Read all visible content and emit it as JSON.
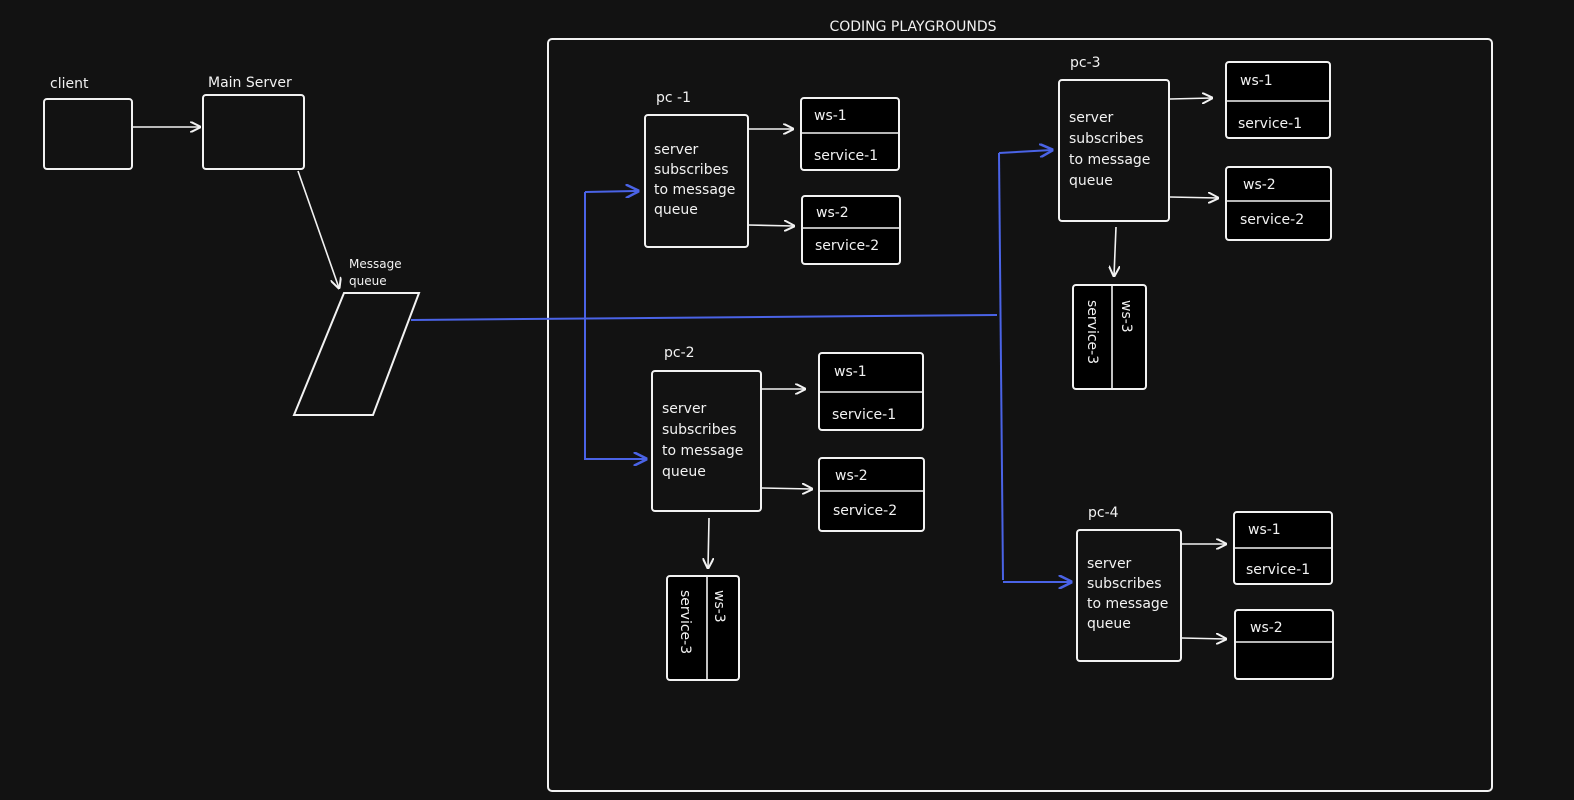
{
  "diagram": {
    "title": "CODING PLAYGROUNDS",
    "client": {
      "label": "client"
    },
    "main_server": {
      "label": "Main Server"
    },
    "message_queue": {
      "label_line1": "Message",
      "label_line2": "queue"
    },
    "playgrounds": [
      {
        "label": "pc -1",
        "text": [
          "server",
          "subscribes",
          "to message",
          "queue"
        ],
        "workspaces": [
          {
            "ws": "ws-1",
            "service": "service-1"
          },
          {
            "ws": "ws-2",
            "service": "service-2"
          }
        ]
      },
      {
        "label": "pc-2",
        "text": [
          "server",
          "subscribes",
          "to message",
          "queue"
        ],
        "workspaces": [
          {
            "ws": "ws-1",
            "service": "service-1"
          },
          {
            "ws": "ws-2",
            "service": "service-2"
          },
          {
            "ws": "ws-3",
            "service": "service-3"
          }
        ]
      },
      {
        "label": "pc-3",
        "text": [
          "server",
          "subscribes",
          "to message",
          "queue"
        ],
        "workspaces": [
          {
            "ws": "ws-1",
            "service": "service-1"
          },
          {
            "ws": "ws-2",
            "service": "service-2"
          },
          {
            "ws": "ws-3",
            "service": "service-3"
          }
        ]
      },
      {
        "label": "pc-4",
        "text": [
          "server",
          "subscribes",
          "to message",
          "queue"
        ],
        "workspaces": [
          {
            "ws": "ws-1",
            "service": "service-1"
          },
          {
            "ws": "ws-2",
            "service": ""
          }
        ]
      }
    ],
    "colors": {
      "background": "#121212",
      "stroke": "#f2f2f2",
      "accent_connector": "#4a63e6"
    }
  }
}
